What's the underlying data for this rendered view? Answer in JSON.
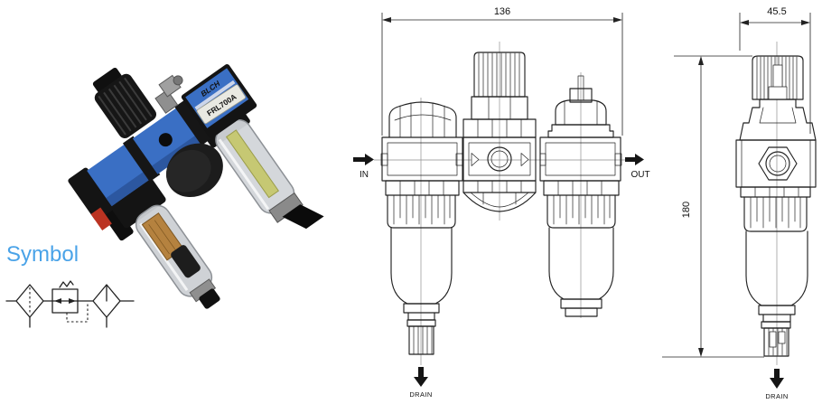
{
  "colors": {
    "line": "#222222",
    "centerline": "#8f8f8f",
    "body_blue": "#3a6fc4",
    "symbol_blue": "#4aa3e8",
    "label_paper": "#e9e9e2"
  },
  "photo": {
    "brand": "BLCH",
    "model": "FRL700A"
  },
  "symbol": {
    "title": "Symbol"
  },
  "front_view": {
    "dim_width": "136",
    "port_in": "IN",
    "port_out": "OUT",
    "drain": "DRAIN"
  },
  "side_view": {
    "dim_width": "45.5",
    "dim_height": "180",
    "drain": "DRAIN"
  }
}
